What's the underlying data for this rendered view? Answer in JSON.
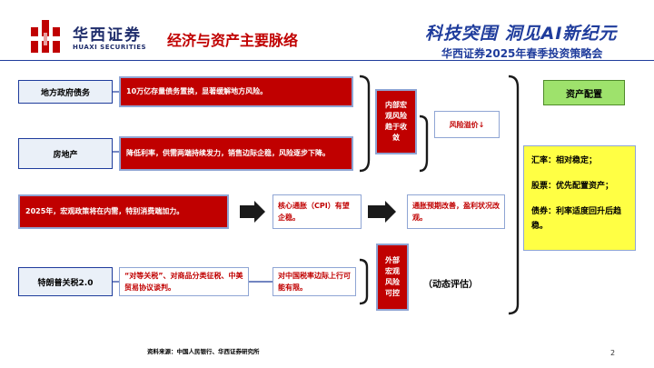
{
  "header": {
    "logo_cn": "华西证券",
    "logo_en": "HUAXI SECURITIES",
    "title": "经济与资产主要脉络",
    "slogan": "科技突围  洞见AI新纪元",
    "subslogan": "华西证券2025年春季投资策略会"
  },
  "rows": [
    {
      "label": "地方政府债务",
      "detail": "10万亿存量债务置换，显著缓解地方风险。"
    },
    {
      "label": "房地产",
      "detail": "降低利率，供需两端持续发力，销售边际企稳，风险逐步下降。"
    }
  ],
  "internal_box": "内部宏观风险趋于收敛",
  "risk_box": "风险溢价↓",
  "policy_row": {
    "detail": "2025年，宏观政策将在内需，特别消费端加力。",
    "mid": "核心通胀（CPI）有望企稳。",
    "right": "通胀预期改善，盈利状况改观。"
  },
  "trump_row": {
    "label": "特朗普关税2.0",
    "detail": "“对等关税”、对商品分类征税、中美贸易协议谈判。",
    "mid": "对中国税率边际上行可能有限。",
    "vertical": "外部宏观风险可控",
    "note": "（动态评估）"
  },
  "asset": {
    "title": "资产配置",
    "items": [
      "汇率：相对稳定；",
      "股票：优先配置资产；",
      "债券：利率适度回升后趋稳。"
    ]
  },
  "footer": {
    "source": "资料来源：中国人民银行、华西证券研究所",
    "page": "2"
  },
  "colors": {
    "brand_blue": "#1f3c9c",
    "red": "#c00000",
    "yellow": "#ffff44",
    "green": "#9ee26c"
  }
}
